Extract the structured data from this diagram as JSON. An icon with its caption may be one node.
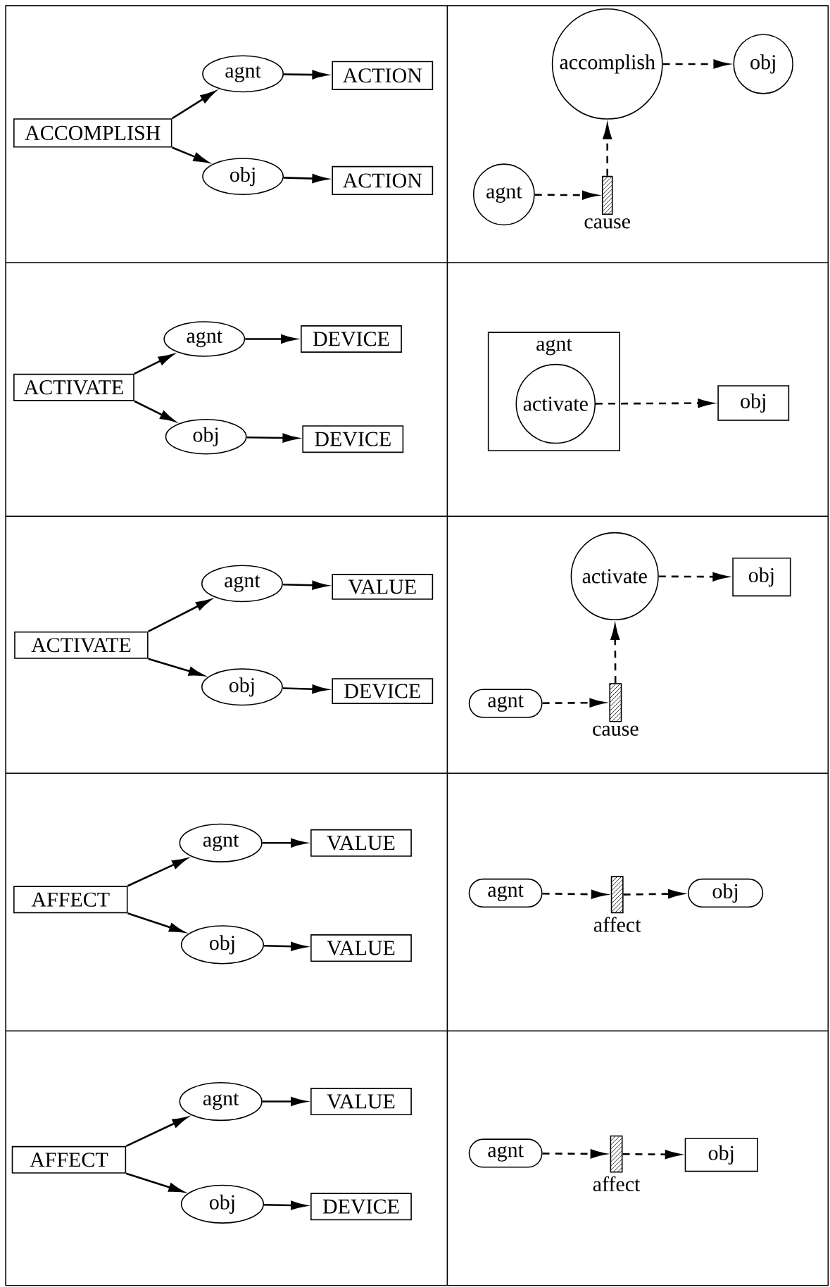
{
  "diagram": {
    "nodes": [
      {
        "text": [
          "ACCOMPLISH"
        ]
      },
      {
        "text": [
          "agnt"
        ]
      },
      {
        "text": [
          "ACTION"
        ]
      },
      {
        "text": [
          "obj"
        ]
      },
      {
        "text": [
          "ACTION"
        ]
      },
      {
        "text": [
          "accomplish"
        ]
      },
      {
        "text": [
          "obj"
        ]
      },
      {
        "text": [
          "agnt"
        ]
      },
      {
        "text": [],
        "shape": "bar",
        "beside": [
          "cause"
        ]
      },
      {
        "text": [
          "ACTIVATE"
        ]
      },
      {
        "text": [
          "agnt"
        ]
      },
      {
        "text": [
          "DEVICE"
        ]
      },
      {
        "text": [
          "obj"
        ]
      },
      {
        "text": [
          "DEVICE"
        ]
      },
      {
        "text": [
          "agnt"
        ]
      },
      {
        "text": [
          "activate"
        ],
        "in": 14
      },
      {
        "text": [
          "obj"
        ]
      },
      {
        "text": [
          "ACTIVATE"
        ]
      },
      {
        "text": [
          "agnt"
        ]
      },
      {
        "text": [
          "VALUE"
        ]
      },
      {
        "text": [
          "obj"
        ]
      },
      {
        "text": [
          "DEVICE"
        ]
      },
      {
        "text": [
          "activate"
        ]
      },
      {
        "text": [
          "obj"
        ]
      },
      {
        "text": [
          "agnt"
        ]
      },
      {
        "text": [],
        "shape": "bar",
        "beside": [
          "cause"
        ]
      },
      {
        "text": [
          "AFFECT"
        ]
      },
      {
        "text": [
          "agnt"
        ]
      },
      {
        "text": [
          "VALUE"
        ]
      },
      {
        "text": [
          "obj"
        ]
      },
      {
        "text": [
          "VALUE"
        ]
      },
      {
        "text": [
          "agnt"
        ]
      },
      {
        "text": [],
        "shape": "bar",
        "beside": [
          "affect"
        ]
      },
      {
        "text": [
          "obj"
        ]
      },
      {
        "text": [
          "AFFECT"
        ]
      },
      {
        "text": [
          "agnt"
        ]
      },
      {
        "text": [
          "VALUE"
        ]
      },
      {
        "text": [
          "obj"
        ]
      },
      {
        "text": [
          "DEVICE"
        ]
      },
      {
        "text": [
          "agnt"
        ]
      },
      {
        "text": [],
        "shape": "bar",
        "beside": [
          "affect"
        ]
      },
      {
        "text": [
          "obj"
        ]
      }
    ],
    "edges": [
      {
        "from": 0,
        "to": 1,
        "arrow": "to"
      },
      {
        "from": 1,
        "to": 2,
        "arrow": "to"
      },
      {
        "from": 0,
        "to": 3,
        "arrow": "to"
      },
      {
        "from": 3,
        "to": 4,
        "arrow": "to"
      },
      {
        "from": 5,
        "to": 6,
        "arrow": "to",
        "style": "dashed"
      },
      {
        "from": 7,
        "to": 8,
        "arrow": "to",
        "style": "dashed"
      },
      {
        "from": 8,
        "to": 5,
        "arrow": "to",
        "style": "dashed"
      },
      {
        "from": 9,
        "to": 10,
        "arrow": "to"
      },
      {
        "from": 10,
        "to": 11,
        "arrow": "to"
      },
      {
        "from": 9,
        "to": 12,
        "arrow": "to"
      },
      {
        "from": 12,
        "to": 13,
        "arrow": "to"
      },
      {
        "from": 15,
        "to": 16,
        "arrow": "to",
        "style": "dashed"
      },
      {
        "from": 17,
        "to": 18,
        "arrow": "to"
      },
      {
        "from": 18,
        "to": 19,
        "arrow": "to"
      },
      {
        "from": 17,
        "to": 20,
        "arrow": "to"
      },
      {
        "from": 20,
        "to": 21,
        "arrow": "to"
      },
      {
        "from": 22,
        "to": 23,
        "arrow": "to",
        "style": "dashed"
      },
      {
        "from": 24,
        "to": 25,
        "arrow": "to",
        "style": "dashed"
      },
      {
        "from": 25,
        "to": 22,
        "arrow": "to",
        "style": "dashed"
      },
      {
        "from": 26,
        "to": 27,
        "arrow": "to"
      },
      {
        "from": 27,
        "to": 28,
        "arrow": "to"
      },
      {
        "from": 26,
        "to": 29,
        "arrow": "to"
      },
      {
        "from": 29,
        "to": 30,
        "arrow": "to"
      },
      {
        "from": 31,
        "to": 32,
        "arrow": "to",
        "style": "dashed"
      },
      {
        "from": 32,
        "to": 33,
        "arrow": "to",
        "style": "dashed"
      },
      {
        "from": 34,
        "to": 35,
        "arrow": "to"
      },
      {
        "from": 35,
        "to": 36,
        "arrow": "to"
      },
      {
        "from": 34,
        "to": 37,
        "arrow": "to"
      },
      {
        "from": 37,
        "to": 38,
        "arrow": "to"
      },
      {
        "from": 39,
        "to": 40,
        "arrow": "to",
        "style": "dashed"
      },
      {
        "from": 40,
        "to": 41,
        "arrow": "to",
        "style": "dashed"
      }
    ]
  }
}
